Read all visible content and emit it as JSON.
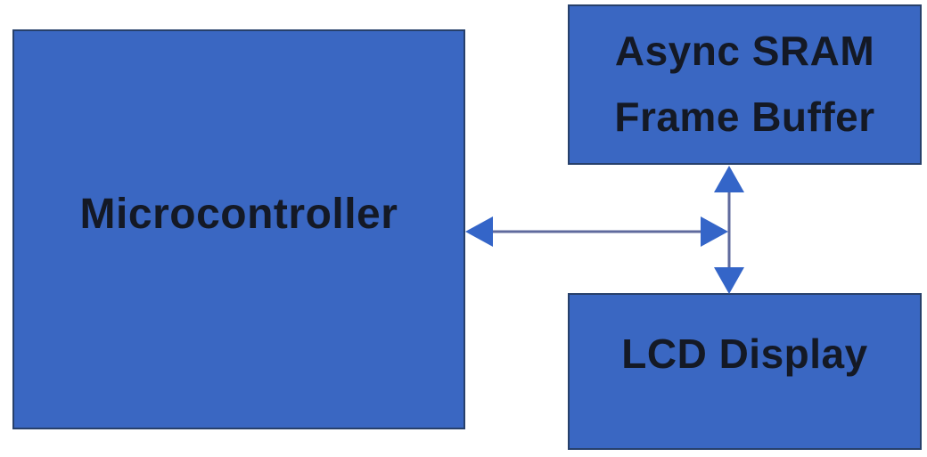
{
  "diagram": {
    "nodes": {
      "microcontroller": {
        "label": "Microcontroller"
      },
      "frame_buffer": {
        "line1": "Async SRAM",
        "line2": "Frame Buffer"
      },
      "lcd_display": {
        "label": "LCD Display"
      }
    },
    "connections": [
      {
        "between": [
          "Microcontroller",
          "Async SRAM Frame Buffer / LCD Display bus"
        ],
        "type": "bidirectional-arrow",
        "orientation": "horizontal"
      },
      {
        "between": [
          "Async SRAM Frame Buffer",
          "LCD Display"
        ],
        "type": "bidirectional-arrow",
        "orientation": "vertical"
      }
    ]
  },
  "colors": {
    "node_fill": "#3a67c2",
    "node_border": "#27406b",
    "node_text": "#141925",
    "arrow_fill": "#3465c8",
    "arrow_line": "#5f6a9d",
    "background": "#ffffff"
  }
}
